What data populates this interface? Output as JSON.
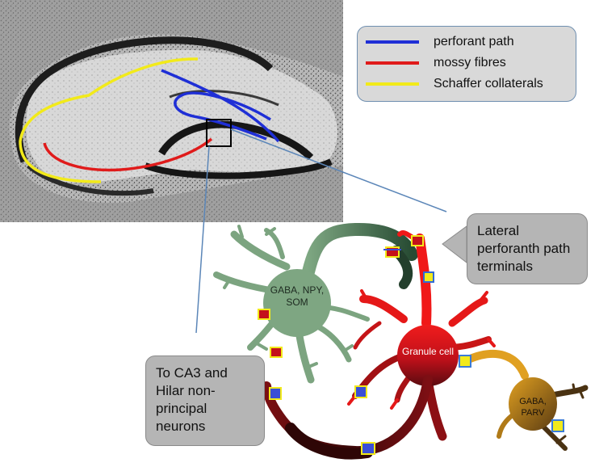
{
  "legend": {
    "items": [
      {
        "label": "perforant path",
        "color": "#1f2fd6"
      },
      {
        "label": "mossy fibres",
        "color": "#e01b1b"
      },
      {
        "label": "Schaffer collaterals",
        "color": "#f2ea1a"
      }
    ]
  },
  "callouts": {
    "lateral_pp": "Lateral perforanth path terminals",
    "ca3": "To CA3 and Hilar non-principal neurons"
  },
  "cells": {
    "interneuron_green": "GABA, NPY, SOM",
    "granule": "Granule cell",
    "basket": "GABA, PARV"
  },
  "colors": {
    "green_cell": "#6e9a72",
    "granule_red": "#c4111b",
    "dark_red": "#4a0a0a",
    "basket_gold": "#b07a18",
    "callout_gray": "#b5b5b5"
  }
}
